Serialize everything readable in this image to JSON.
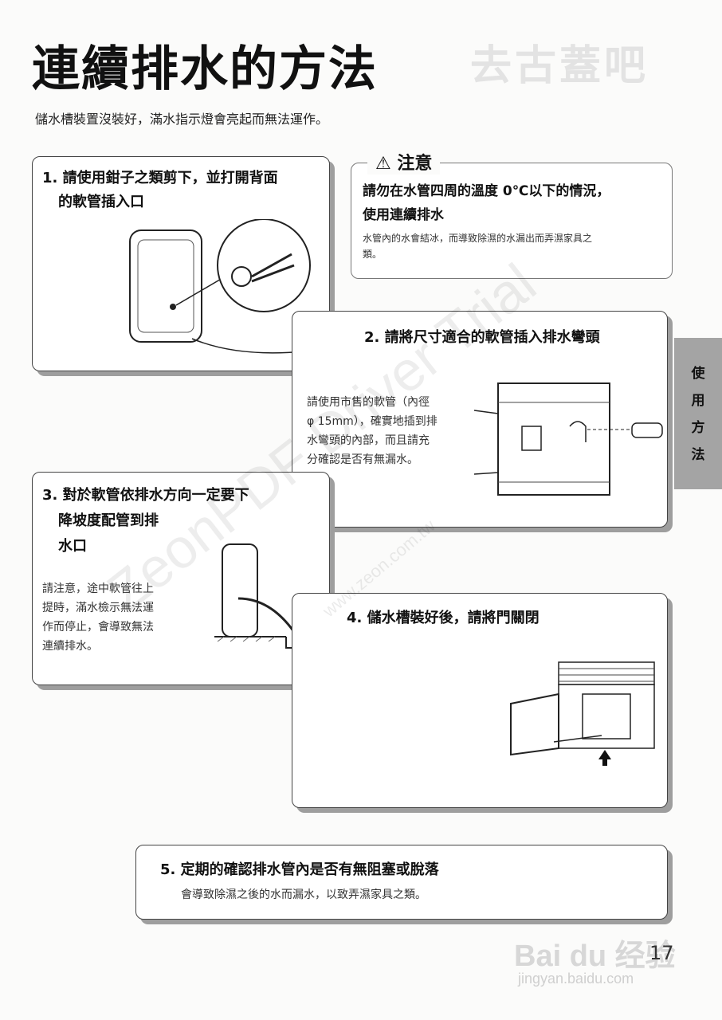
{
  "page": {
    "title": "連續排水的方法",
    "ghost_title": "去古蓋吧",
    "intro": "儲水槽裝置沒裝好，滿水指示燈會亮起而無法運作。",
    "page_number": "17"
  },
  "steps": {
    "s1": {
      "line1": "1. 請使用鉗子之類剪下，並打開背面",
      "line2": "的軟管插入口"
    },
    "s2": {
      "head": "2. 請將尺寸適合的軟管插入排水彎頭",
      "body": [
        "請使用市售的軟管（內徑",
        "φ 15mm），確實地插到排",
        "水彎頭的內部，而且請充",
        "分確認是否有無漏水。"
      ]
    },
    "s3": {
      "head": [
        "3. 對於軟管依排水方向一定要下",
        "降坡度配管到排",
        "水口"
      ],
      "body": [
        "請注意，途中軟管往上",
        "提時，滿水檢示無法運",
        "作而停止，會導致無法",
        "連續排水。"
      ]
    },
    "s4": {
      "head": "4. 儲水槽裝好後，請將門關閉"
    },
    "s5": {
      "head": "5. 定期的確認排水管內是否有無阻塞或脫落",
      "body": "會導致除濕之後的水而漏水，以致弄濕家具之類。"
    }
  },
  "caution": {
    "label": "注意",
    "head": [
      "請勿在水管四周的溫度 0℃以下的情況，",
      "使用連續排水"
    ],
    "body": [
      "水管內的水會結冰，而導致除濕的水漏出而弄濕家具之",
      "類。"
    ]
  },
  "sidebar": {
    "chars": [
      "使",
      "用",
      "方",
      "法"
    ]
  },
  "watermarks": {
    "main": "ZeonPDF Driver Trial",
    "url": "www.zeon.com.tw"
  },
  "baidu": {
    "logo": "Bai du 经验",
    "url": "jingyan.baidu.com"
  }
}
